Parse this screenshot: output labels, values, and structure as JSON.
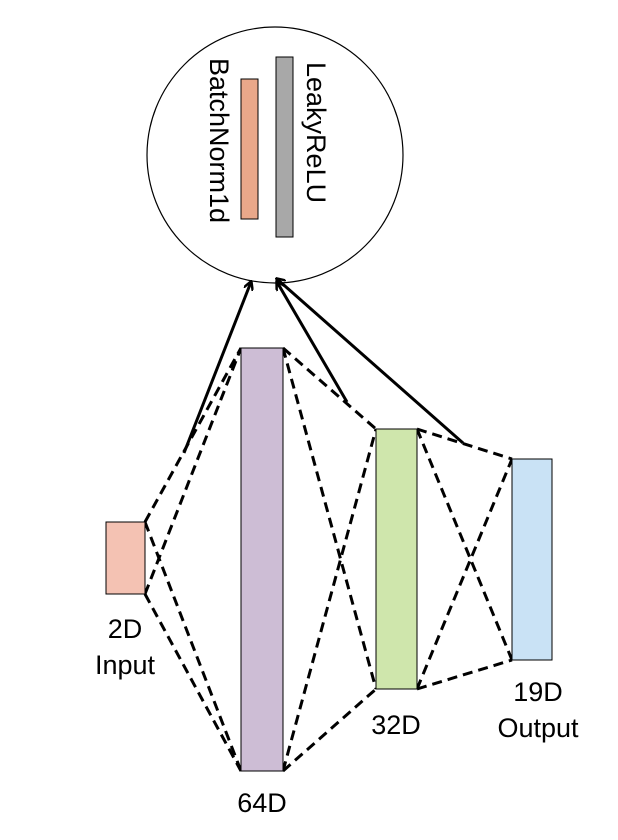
{
  "diagram": {
    "layers": [
      {
        "id": "input",
        "label_lines": [
          "2D",
          "Input"
        ],
        "color": "#f4c2b3"
      },
      {
        "id": "hidden1",
        "label_lines": [
          "64D"
        ],
        "color": "#cdbdd5"
      },
      {
        "id": "hidden2",
        "label_lines": [
          "32D"
        ],
        "color": "#cfe6ac"
      },
      {
        "id": "output",
        "label_lines": [
          "19D",
          "Output"
        ],
        "color": "#c9e2f5"
      }
    ],
    "block": {
      "items": [
        {
          "label": "LeakyReLU",
          "color": "#a8a8a8"
        },
        {
          "label": "BatchNorm1d",
          "color": "#e9a88a"
        }
      ]
    }
  }
}
